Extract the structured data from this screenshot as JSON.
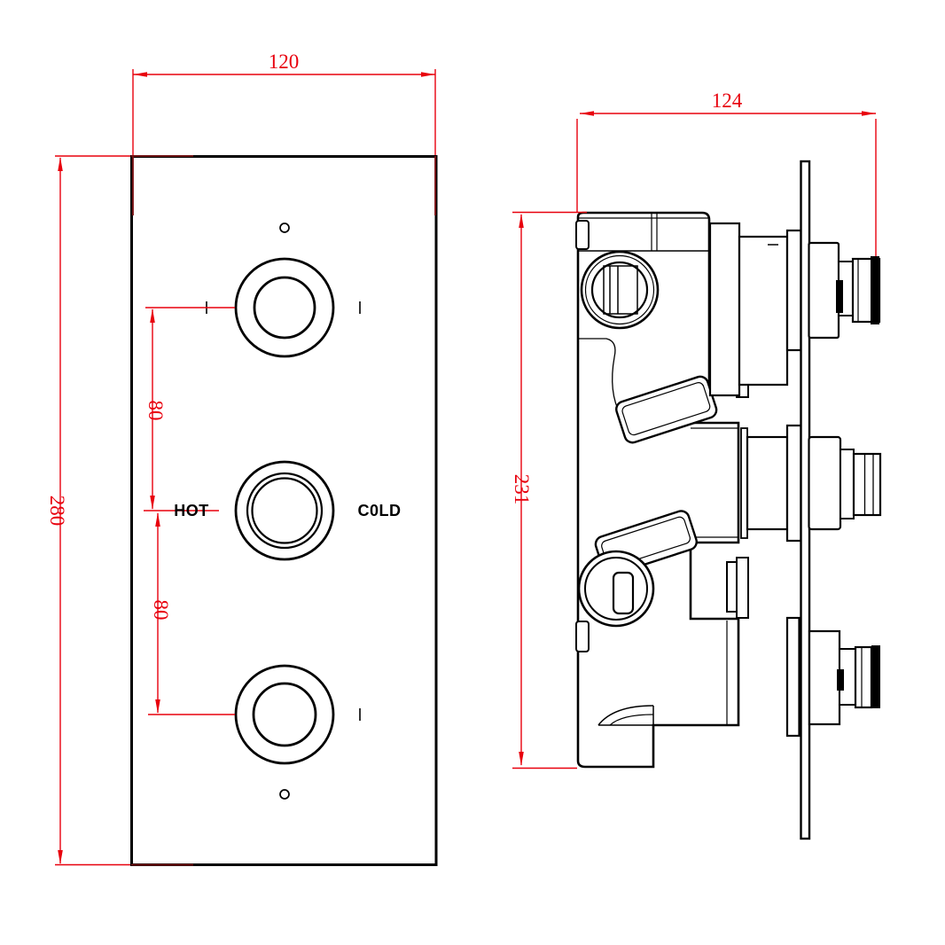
{
  "front_view": {
    "width_dim": "120",
    "height_dim": "280",
    "upper_knob_spacing_dim": "80",
    "lower_knob_spacing_dim": "80",
    "hot_label": "HOT",
    "cold_label": "C0LD"
  },
  "side_view": {
    "depth_dim": "124",
    "height_dim": "231"
  },
  "colors": {
    "dimension_red": "#e8000d",
    "overlap_dark_red": "#7d1113",
    "line_black": "#000000",
    "background": "#ffffff"
  }
}
